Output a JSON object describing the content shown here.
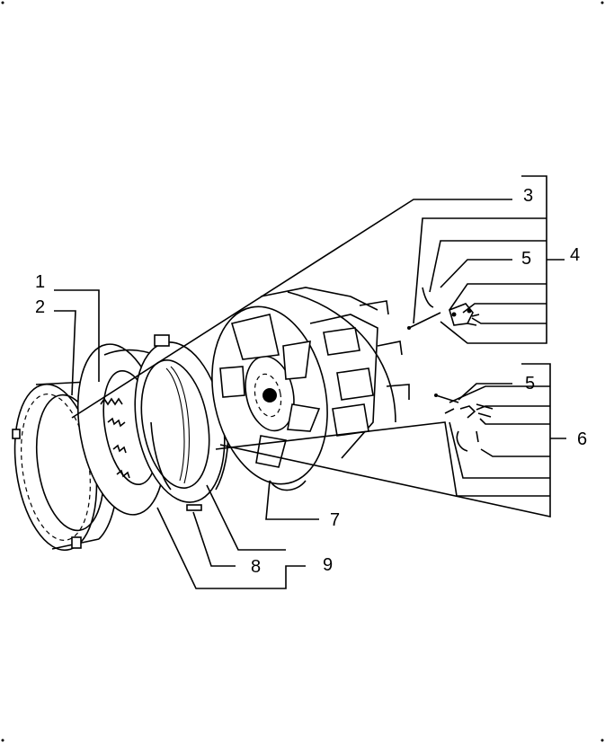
{
  "callouts": {
    "c1": "1",
    "c2": "2",
    "c3": "3",
    "c4": "4",
    "c5a": "5",
    "c5b": "5",
    "c6": "6",
    "c7": "7",
    "c8": "8",
    "c9": "9"
  },
  "colors": {
    "ink": "#000000",
    "paper": "#ffffff"
  }
}
